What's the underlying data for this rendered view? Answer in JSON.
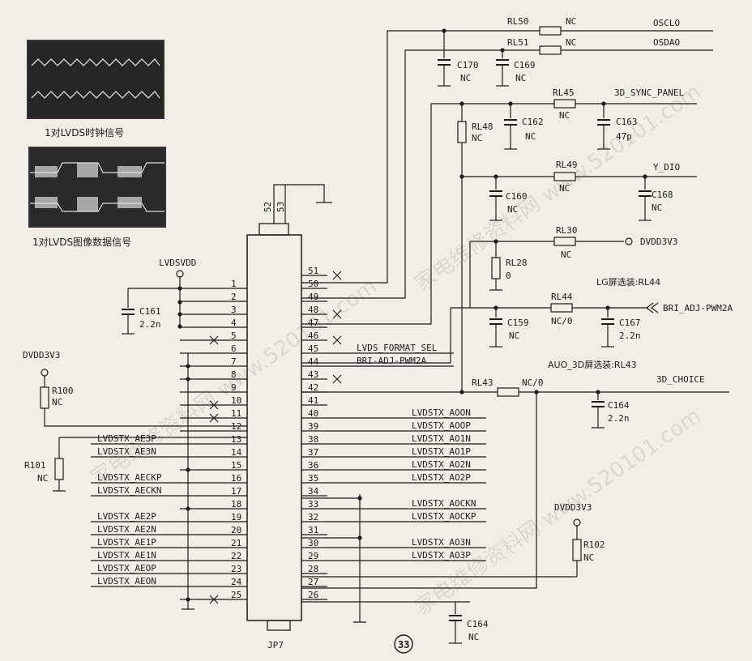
{
  "watermark": "家电维修资料网 www.520101.com",
  "page_number": "33",
  "scope": {
    "clock_caption": "1对LVDS时钟信号",
    "data_caption": "1对LVDS图像数据信号"
  },
  "connector": {
    "ref": "JP7",
    "pin_top_a": "52",
    "pin_top_b": "53"
  },
  "left_pins": [
    "1",
    "2",
    "3",
    "4",
    "5",
    "6",
    "7",
    "8",
    "9",
    "10",
    "11",
    "12",
    "13",
    "14",
    "15",
    "16",
    "17",
    "18",
    "19",
    "20",
    "21",
    "22",
    "23",
    "24",
    "25"
  ],
  "right_pins": [
    "51",
    "50",
    "49",
    "48",
    "47",
    "46",
    "45",
    "44",
    "43",
    "42",
    "41",
    "40",
    "39",
    "38",
    "37",
    "36",
    "35",
    "34",
    "33",
    "32",
    "31",
    "30",
    "29",
    "28",
    "27",
    "26"
  ],
  "left_signals": {
    "p13": "LVDSTX_AE3P",
    "p14": "LVDSTX_AE3N",
    "p16": "LVDSTX_AECKP",
    "p17": "LVDSTX_AECKN",
    "p19": "LVDSTX_AE2P",
    "p20": "LVDSTX_AE2N",
    "p21": "LVDSTX_AE1P",
    "p22": "LVDSTX_AE1N",
    "p23": "LVDSTX_AEOP",
    "p24": "LVDSTX_AEON"
  },
  "right_signals": {
    "p45": "LVDS_FORMAT_SEL",
    "p44": "BRI-ADJ-PWM2A",
    "p40": "LVDSTX_AOON",
    "p39": "LVDSTX_AOOP",
    "p38": "LVDSTX_AO1N",
    "p37": "LVDSTX_AO1P",
    "p36": "LVDSTX_AO2N",
    "p35": "LVDSTX_AO2P",
    "p33": "LVDSTX_AOCKN",
    "p32": "LVDSTX_AOCKP",
    "p30": "LVDSTX_AO3N",
    "p29": "LVDSTX_AO3P"
  },
  "rails": {
    "lvdsvdd": "LVDSVDD",
    "dvdd_left": "DVDD3V3",
    "dvdd_right": "DVDD3V3",
    "dvdd_rl30": "DVDD3V3"
  },
  "nets": {
    "oscl": "OSCLO",
    "osda": "OSDAO",
    "sync": "3D_SYNC_PANEL",
    "ydio": "Y_DIO",
    "bri": "BRI_ADJ-PWM2A",
    "choice": "3D_CHOICE"
  },
  "notes": {
    "lg": "LG屏选装:RL44",
    "auo": "AUO_3D屏选装:RL43"
  },
  "components": {
    "rl50": {
      "ref": "RL50",
      "val": "NC"
    },
    "rl51": {
      "ref": "RL51",
      "val": "NC"
    },
    "c170": {
      "ref": "C170",
      "val": "NC"
    },
    "c169": {
      "ref": "C169",
      "val": "NC"
    },
    "rl48": {
      "ref": "RL48",
      "val": "NC"
    },
    "c162": {
      "ref": "C162",
      "val": "NC"
    },
    "rl45": {
      "ref": "RL45",
      "val": "NC"
    },
    "c163": {
      "ref": "C163",
      "val": "47p"
    },
    "rl49": {
      "ref": "RL49",
      "val": "NC"
    },
    "c160": {
      "ref": "C160",
      "val": "NC"
    },
    "c168": {
      "ref": "C168",
      "val": "NC"
    },
    "rl30": {
      "ref": "RL30",
      "val": "NC"
    },
    "rl28": {
      "ref": "RL28",
      "val": "0"
    },
    "rl44": {
      "ref": "RL44",
      "val": "NC/0"
    },
    "c159": {
      "ref": "C159",
      "val": "NC"
    },
    "c167": {
      "ref": "C167",
      "val": "2.2n"
    },
    "rl43": {
      "ref": "RL43",
      "val": "NC/0"
    },
    "c164a": {
      "ref": "C164",
      "val": "2.2n"
    },
    "c161": {
      "ref": "C161",
      "val": "2.2n"
    },
    "r100": {
      "ref": "R100",
      "val": "NC"
    },
    "r101": {
      "ref": "R101",
      "val": "NC"
    },
    "r102": {
      "ref": "R102",
      "val": "NC"
    },
    "c164b": {
      "ref": "C164",
      "val": "NC"
    }
  }
}
